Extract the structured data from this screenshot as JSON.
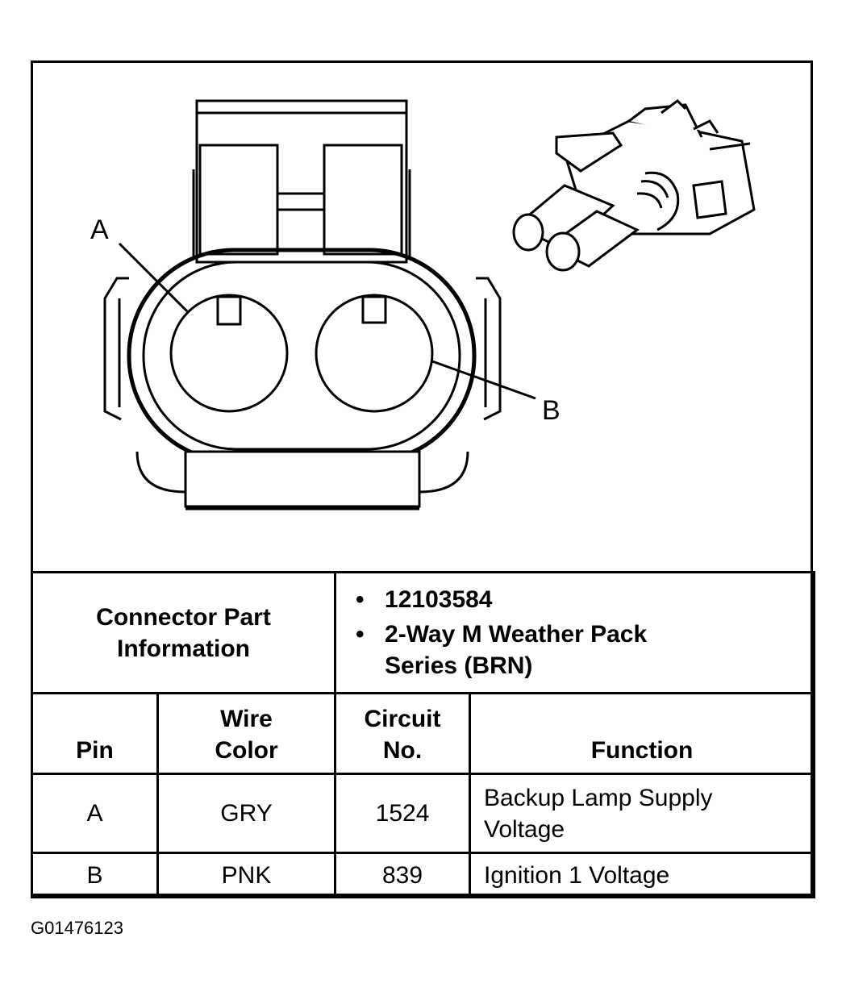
{
  "diagram": {
    "pin_callouts": [
      "A",
      "B"
    ]
  },
  "connector_info": {
    "label_line1": "Connector Part",
    "label_line2": "Information",
    "items": [
      "12103584",
      "2-Way M Weather Pack",
      "Series (BRN)"
    ]
  },
  "table": {
    "headers": {
      "pin": "Pin",
      "wire_color_1": "Wire",
      "wire_color_2": "Color",
      "circuit_1": "Circuit",
      "circuit_2": "No.",
      "function": "Function"
    },
    "rows": [
      {
        "pin": "A",
        "wire_color": "GRY",
        "circuit": "1524",
        "function_1": "Backup Lamp Supply",
        "function_2": "Voltage"
      },
      {
        "pin": "B",
        "wire_color": "PNK",
        "circuit": "839",
        "function_1": "Ignition 1 Voltage",
        "function_2": ""
      }
    ]
  },
  "figure_id": "G01476123"
}
